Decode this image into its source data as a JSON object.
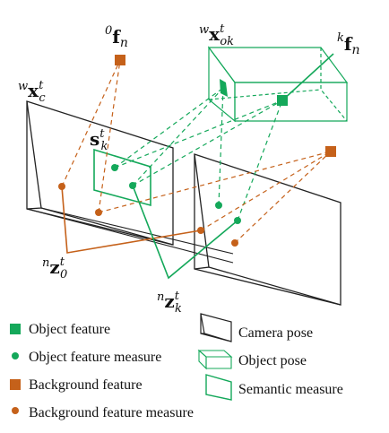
{
  "colors": {
    "green": "#14a85a",
    "orange": "#c5611a",
    "black": "#222222"
  },
  "math_labels": {
    "camera_pose": {
      "sup": "w",
      "symbol": "x",
      "sup2": "t",
      "sub": "c"
    },
    "object_pose": {
      "sup": "w",
      "symbol": "x",
      "sup2": "t",
      "sub": "ok"
    },
    "object_feature": {
      "sup": "k",
      "symbol": "f",
      "sub": "n"
    },
    "background_feature": {
      "sup": "0",
      "symbol": "f",
      "sub": "n"
    },
    "semantic_measure": {
      "symbol": "s",
      "sup2": "t",
      "sub": "k"
    },
    "background_measure": {
      "sup": "n",
      "symbol": "z",
      "sup2": "t",
      "sub": "0"
    },
    "object_measure": {
      "sup": "n",
      "symbol": "z",
      "sup2": "t",
      "sub": "k"
    }
  },
  "legend": {
    "object_feature": "Object feature",
    "object_feature_measure": "Object feature measure",
    "background_feature": "Background feature",
    "background_feature_measure": "Background feature measure",
    "camera_pose": "Camera pose",
    "object_pose": "Object pose",
    "semantic_measure": "Semantic measure"
  }
}
